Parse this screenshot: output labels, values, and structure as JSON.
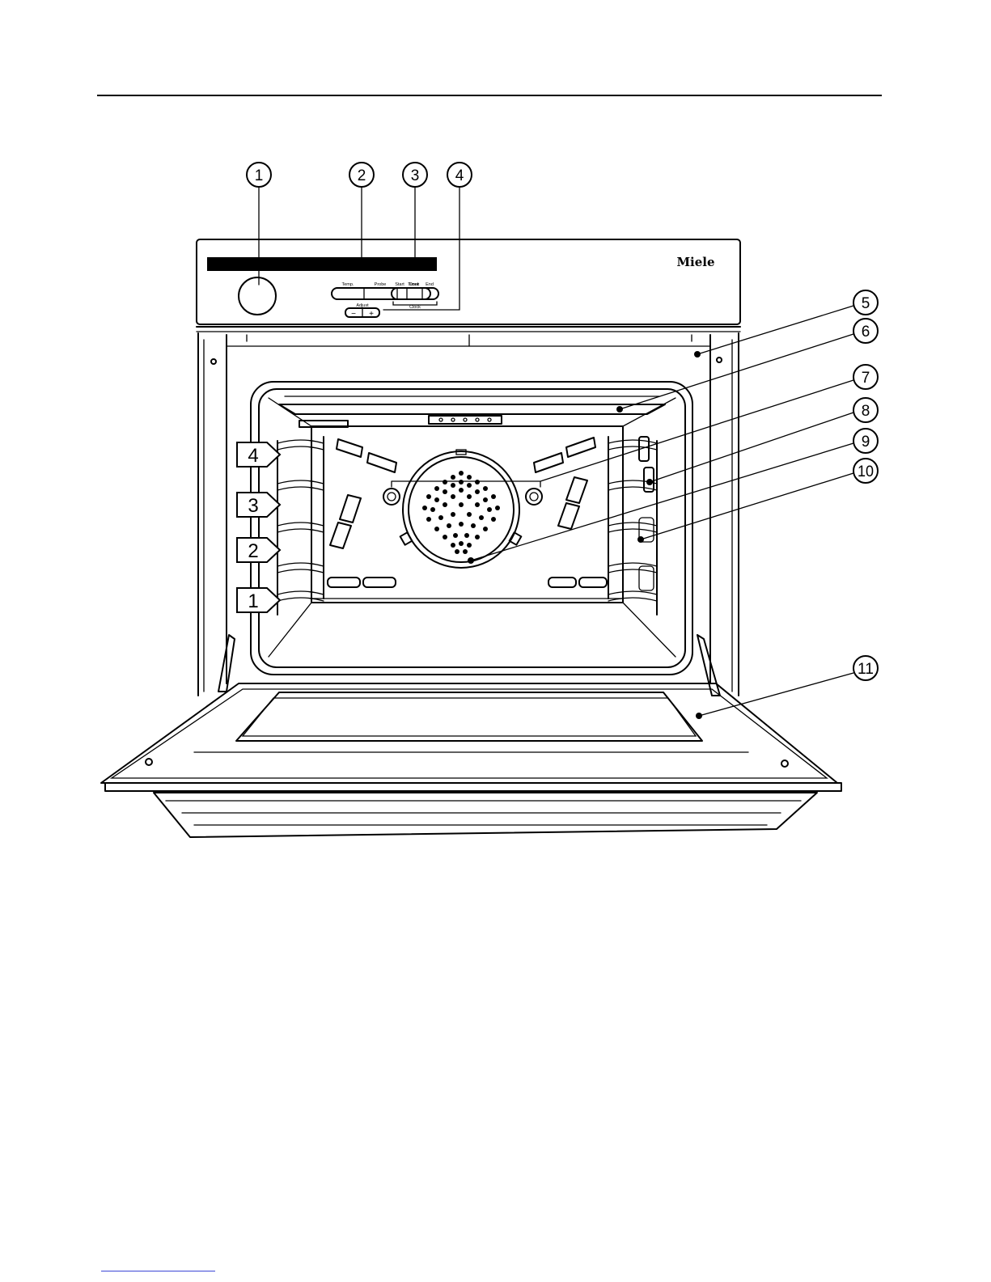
{
  "callouts": [
    "1",
    "2",
    "3",
    "4",
    "5",
    "6",
    "7",
    "8",
    "9",
    "10",
    "11"
  ],
  "shelf_levels": [
    "4",
    "3",
    "2",
    "1"
  ],
  "control_panel": {
    "brand": "Miele",
    "buttons_row1": [
      "Temp.",
      "Probe",
      "Timer"
    ],
    "buttons_row2": [
      "Start",
      "Cook",
      "End"
    ],
    "clock_label": "Clock",
    "adjust_label": "Adjust",
    "minus": "−",
    "plus": "+"
  },
  "colors": {
    "line": "#000000",
    "footer_link": "#3b46d6"
  }
}
